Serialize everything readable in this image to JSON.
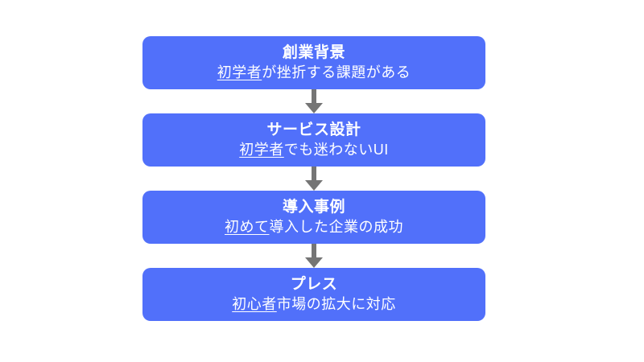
{
  "flowchart": {
    "nodes": [
      {
        "title": "創業背景",
        "subtitle_underlined": "初学者",
        "subtitle_rest": "が挫折する課題がある"
      },
      {
        "title": "サービス設計",
        "subtitle_underlined": "初学者",
        "subtitle_rest": "でも迷わないUI"
      },
      {
        "title": "導入事例",
        "subtitle_underlined": "初めて",
        "subtitle_rest": "導入した企業の成功"
      },
      {
        "title": "プレス",
        "subtitle_underlined": "初心者",
        "subtitle_rest": "市場の拡大に対応"
      }
    ],
    "colors": {
      "node_fill": "#5170FA",
      "node_text": "#FFFFFF",
      "arrow": "#757575",
      "background": "#FFFFFF"
    }
  }
}
